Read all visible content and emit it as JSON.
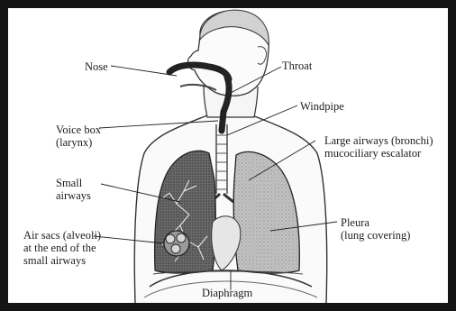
{
  "labels": {
    "nose": "Nose",
    "throat": "Throat",
    "windpipe": "Windpipe",
    "voice_box_1": "Voice box",
    "voice_box_2": "(larynx)",
    "bronchi_1": "Large airways (bronchi)",
    "bronchi_2": "mucociliary escalator",
    "small_airways_1": "Small",
    "small_airways_2": "airways",
    "alveoli_1": "Air sacs (alveoli)",
    "alveoli_2": "at the end of the",
    "alveoli_3": "small airways",
    "pleura_1": "Pleura",
    "pleura_2": "(lung covering)",
    "diaphragm": "Diaphragm"
  },
  "colors": {
    "frame": "#141414",
    "ink": "#1c1c1c",
    "lung_left": "#5a5a5a",
    "lung_right": "#b9b9b9"
  }
}
